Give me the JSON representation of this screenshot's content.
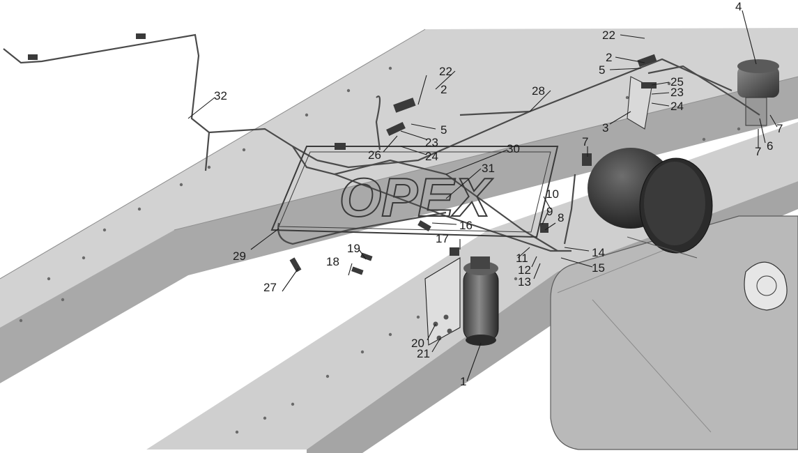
{
  "watermark": {
    "text": "OPEX"
  },
  "part_callouts": [
    {
      "id": "c1",
      "label": "1"
    },
    {
      "id": "c2a",
      "label": "2"
    },
    {
      "id": "c2b",
      "label": "2"
    },
    {
      "id": "c3",
      "label": "3"
    },
    {
      "id": "c4",
      "label": "4"
    },
    {
      "id": "c5a",
      "label": "5"
    },
    {
      "id": "c5b",
      "label": "5"
    },
    {
      "id": "c6",
      "label": "6"
    },
    {
      "id": "c7a",
      "label": "7"
    },
    {
      "id": "c7b",
      "label": "7"
    },
    {
      "id": "c7c",
      "label": "7"
    },
    {
      "id": "c8",
      "label": "8"
    },
    {
      "id": "c9",
      "label": "9"
    },
    {
      "id": "c10",
      "label": "10"
    },
    {
      "id": "c11",
      "label": "11"
    },
    {
      "id": "c12",
      "label": "12"
    },
    {
      "id": "c13",
      "label": "13"
    },
    {
      "id": "c14",
      "label": "14"
    },
    {
      "id": "c15",
      "label": "15"
    },
    {
      "id": "c16",
      "label": "16"
    },
    {
      "id": "c17",
      "label": "17"
    },
    {
      "id": "c18",
      "label": "18"
    },
    {
      "id": "c19",
      "label": "19"
    },
    {
      "id": "c20",
      "label": "20"
    },
    {
      "id": "c21",
      "label": "21"
    },
    {
      "id": "c22a",
      "label": "22"
    },
    {
      "id": "c22b",
      "label": "22"
    },
    {
      "id": "c23a",
      "label": "23"
    },
    {
      "id": "c23b",
      "label": "23"
    },
    {
      "id": "c24a",
      "label": "24"
    },
    {
      "id": "c24b",
      "label": "24"
    },
    {
      "id": "c25",
      "label": "25"
    },
    {
      "id": "c26",
      "label": "26"
    },
    {
      "id": "c27",
      "label": "27"
    },
    {
      "id": "c28",
      "label": "28"
    },
    {
      "id": "c29",
      "label": "29"
    },
    {
      "id": "c30",
      "label": "30"
    },
    {
      "id": "c31",
      "label": "31"
    },
    {
      "id": "c32",
      "label": "32"
    }
  ]
}
